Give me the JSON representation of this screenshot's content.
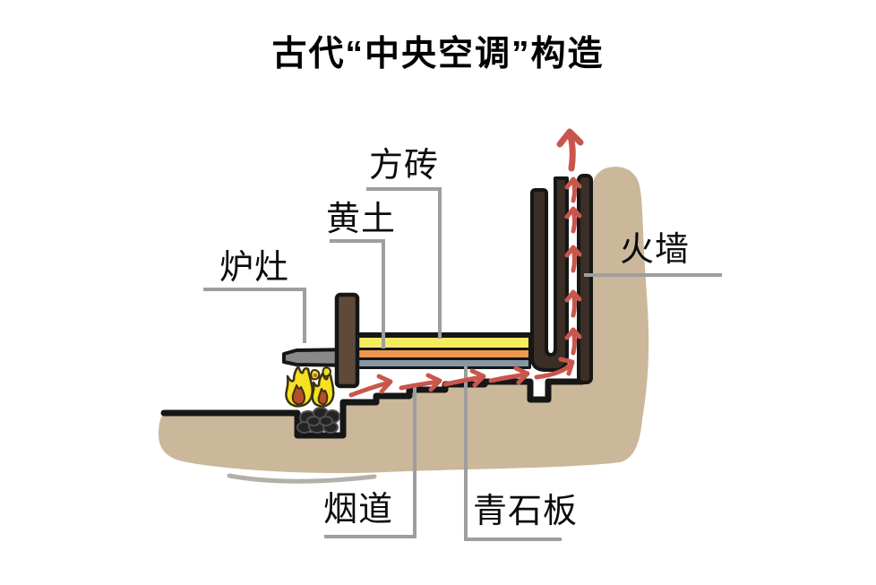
{
  "title": {
    "text": "古代“中央空调”构造"
  },
  "labels": {
    "fangzhuan": {
      "text": "方砖"
    },
    "huangtu": {
      "text": "黄土"
    },
    "luzao": {
      "text": "炉灶"
    },
    "huoqiang": {
      "text": "火墙"
    },
    "yandao": {
      "text": "烟道"
    },
    "qingshiban": {
      "text": "青石板"
    }
  },
  "colors": {
    "ground": "#CBB89A",
    "outline": "#161616",
    "brick": "#F7EC5F",
    "loess": "#EE9750",
    "stone": "#8498A4",
    "slab": "#8A8A8A",
    "pillar": "#5E4A3B",
    "wall": "#3B2E27",
    "arrow": "#C9564D",
    "arrow_light": "#D0695F",
    "flame": "#F6E01F",
    "flame_core": "#B64E2C",
    "coal": "#242424",
    "label_line": "#9E9E9E",
    "shadow": "#776F60"
  }
}
